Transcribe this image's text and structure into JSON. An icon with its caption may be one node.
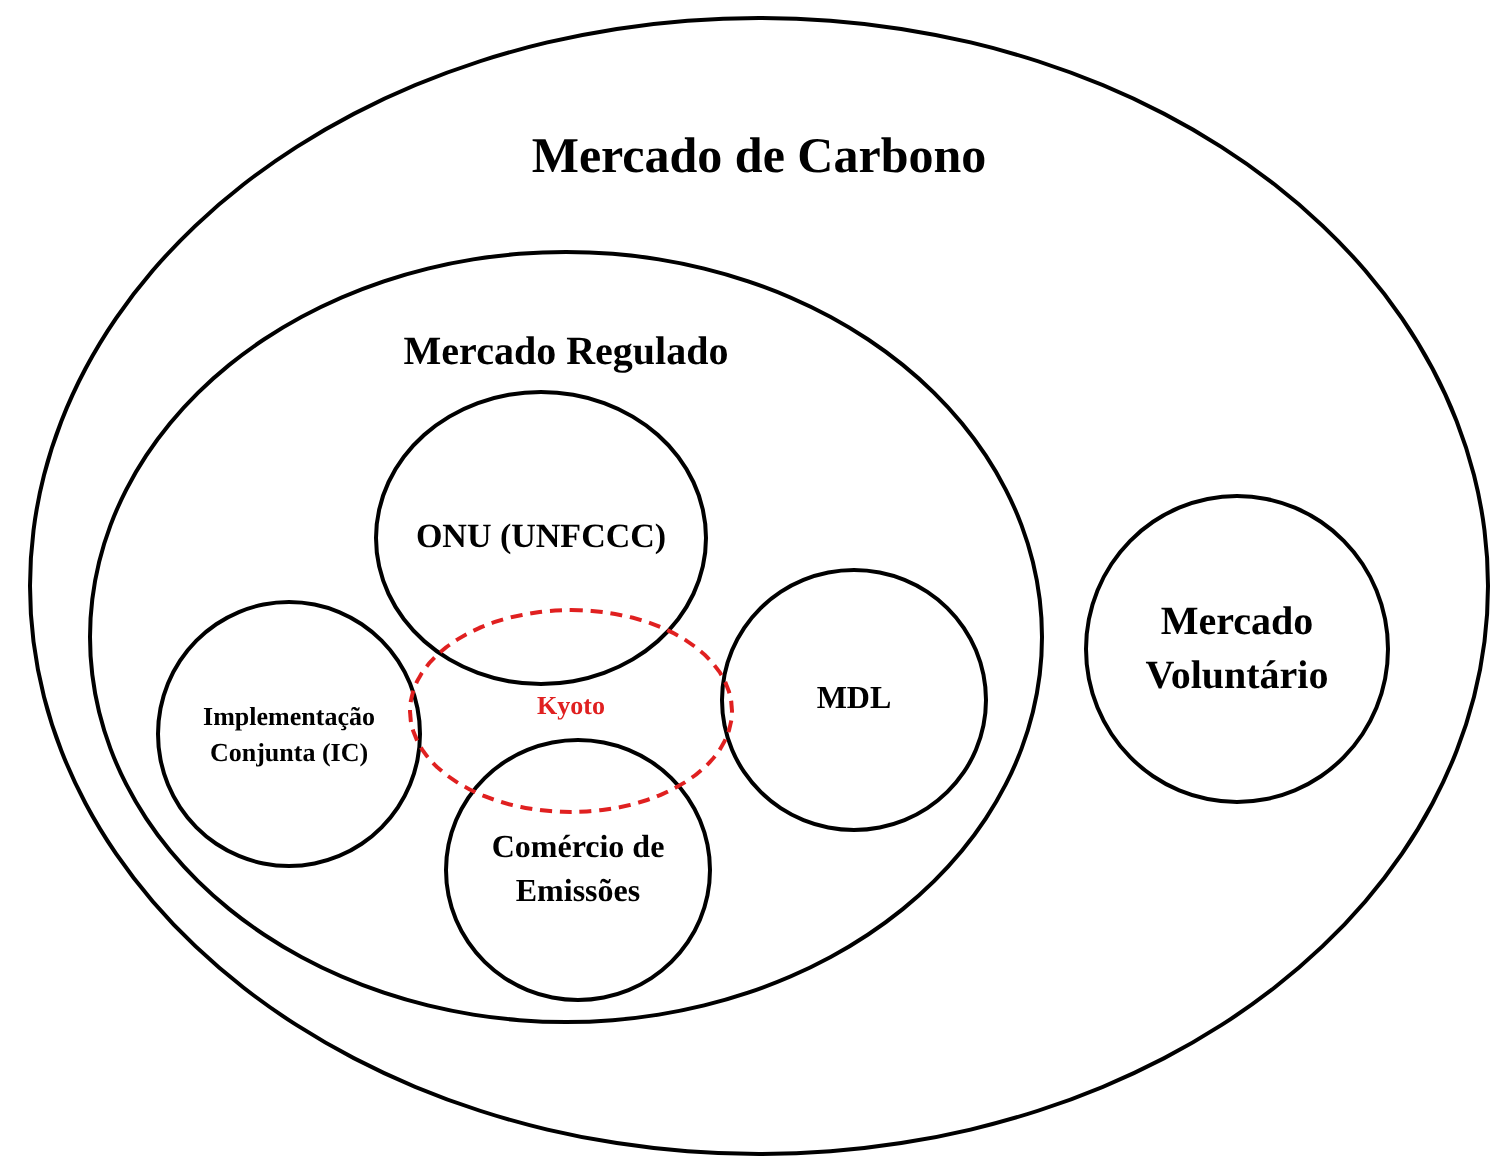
{
  "diagram": {
    "nodes": [
      {
        "text": [
          "Mercado de Carbono"
        ]
      },
      {
        "text": [
          "Mercado Regulado"
        ],
        "in": 0
      },
      {
        "text": [
          "ONU (UNFCCC)"
        ],
        "in": 1
      },
      {
        "text": [
          "Implementação Conjunta (IC)"
        ],
        "in": 1
      },
      {
        "text": [
          "Kyoto"
        ],
        "in": 1
      },
      {
        "text": [
          "MDL"
        ],
        "in": 1
      },
      {
        "text": [
          "Comércio de Emissões"
        ],
        "in": 1
      },
      {
        "text": [
          "Mercado Voluntário"
        ],
        "in": 0
      }
    ]
  }
}
